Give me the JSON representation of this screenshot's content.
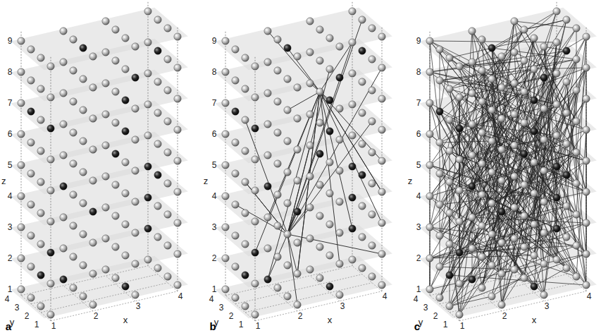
{
  "diagram": {
    "labels": [
      "1",
      "2",
      "3",
      "4",
      "5",
      "6",
      "7",
      "8",
      "9",
      "z",
      "1",
      "2",
      "3",
      "4",
      "y",
      "1",
      "2",
      "3",
      "4",
      "x",
      "a",
      "1",
      "2",
      "3",
      "4",
      "5",
      "6",
      "7",
      "8",
      "9",
      "z",
      "1",
      "2",
      "3",
      "4",
      "y",
      "1",
      "2",
      "3",
      "4",
      "x",
      "b",
      "1",
      "2",
      "3",
      "4",
      "5",
      "6",
      "7",
      "8",
      "9",
      "z",
      "1",
      "2",
      "3",
      "4",
      "y",
      "1",
      "2",
      "3",
      "4",
      "x",
      "c"
    ]
  }
}
